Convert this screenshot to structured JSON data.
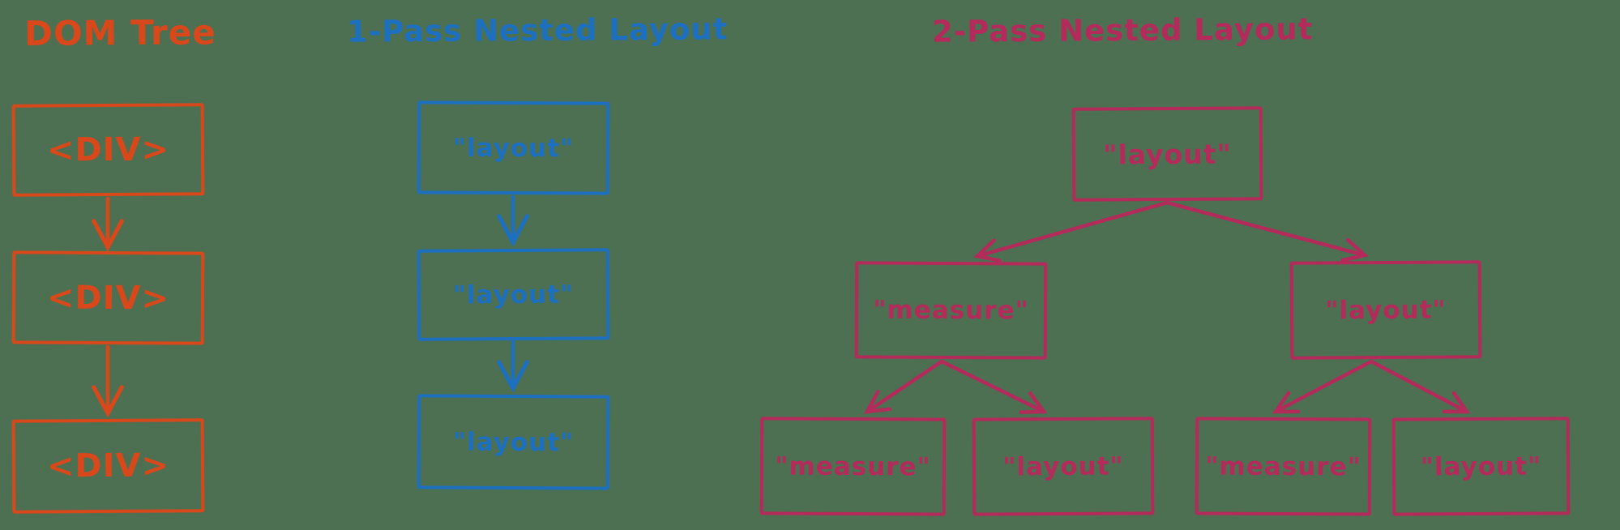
{
  "canvas": {
    "background_color": "#4c7051"
  },
  "colors": {
    "dom_tree": "#d8481b",
    "one_pass": "#1d70c0",
    "two_pass": "#b42a5a"
  },
  "dom_tree": {
    "title": "DOM Tree",
    "nodes": [
      "<DIV>",
      "<DIV>",
      "<DIV>"
    ]
  },
  "one_pass": {
    "title": "1-Pass Nested Layout",
    "nodes": [
      "\"layout\"",
      "\"layout\"",
      "\"layout\""
    ]
  },
  "two_pass": {
    "title": "2-Pass Nested Layout",
    "root": "\"layout\"",
    "children": [
      "\"measure\"",
      "\"layout\""
    ],
    "leaves": [
      "\"measure\"",
      "\"layout\"",
      "\"measure\"",
      "\"layout\""
    ]
  }
}
